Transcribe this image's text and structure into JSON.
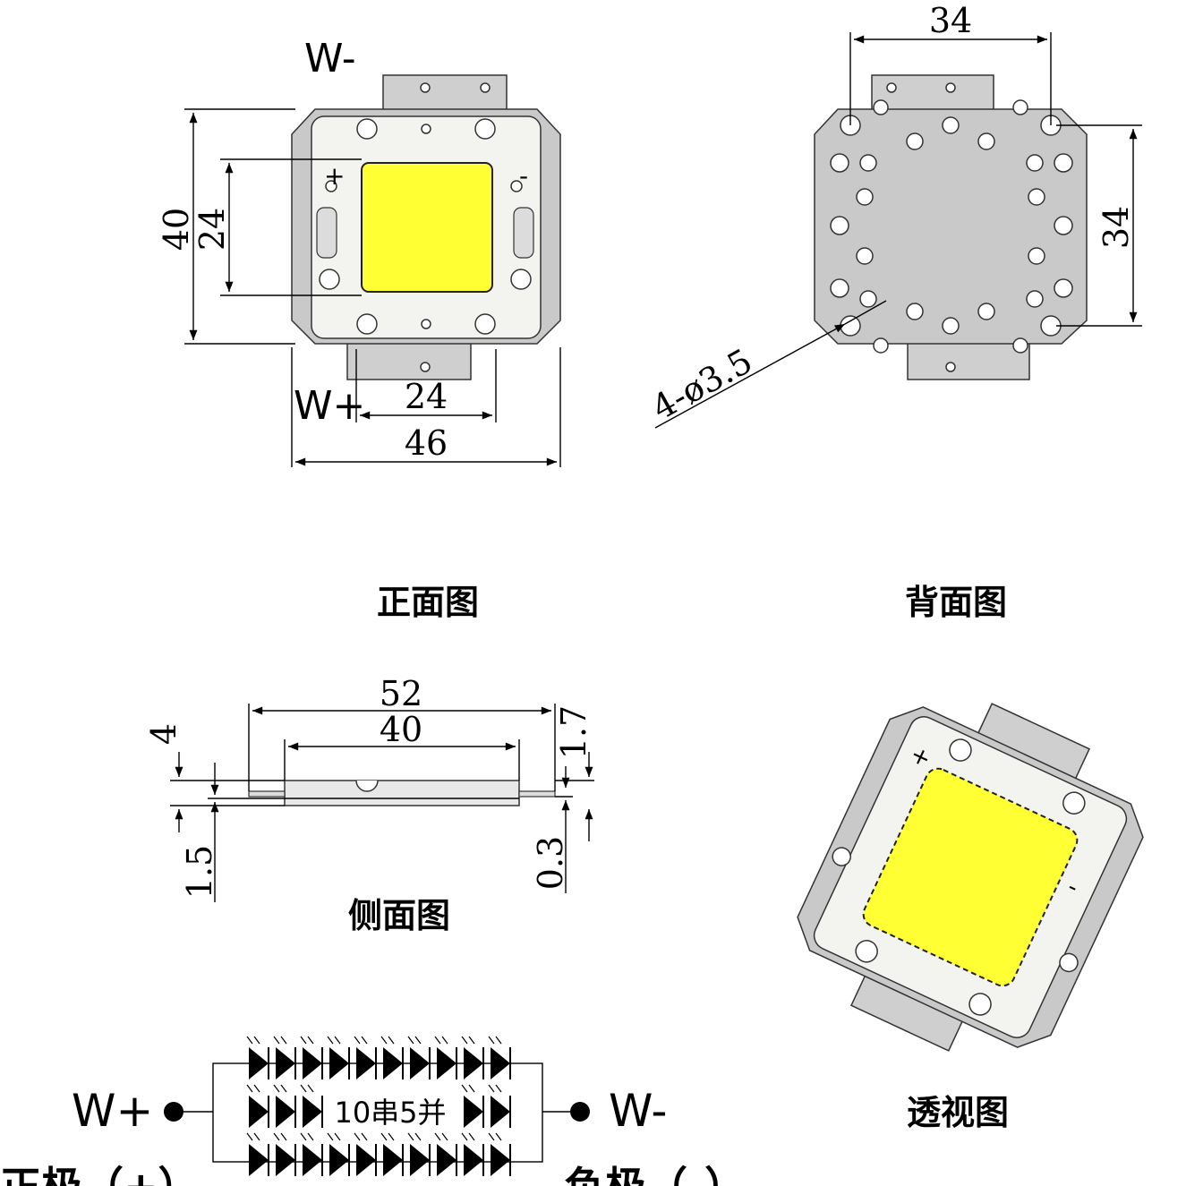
{
  "front_view": {
    "caption": "正面图",
    "pin_top": "W-",
    "pin_bottom": "W+",
    "plus_mark": "+",
    "minus_mark": "-",
    "dim_height_outer": "40",
    "dim_height_inner": "24",
    "dim_width_inner": "24",
    "dim_width_outer": "46"
  },
  "back_view": {
    "caption": "背面图",
    "dim_top": "34",
    "dim_right": "34",
    "dim_holes": "4-ø3.5"
  },
  "side_view": {
    "caption": "侧面图",
    "dim_total_width": "52",
    "dim_body_width": "40",
    "dim_height": "4",
    "dim_lead_right": "1.7",
    "dim_base": "1.5",
    "dim_lead_thickness": "0.3"
  },
  "perspective_view": {
    "caption": "透视图"
  },
  "circuit": {
    "pin_positive": "W+",
    "pin_negative": "W-",
    "config_label": "10串5并",
    "positive_text": "正极（+）",
    "negative_text": "负极（-）"
  },
  "colors": {
    "chip_yellow": "#ffff33",
    "body_gray": "#c9c9c9",
    "frame_white": "#f3f3f0",
    "line": "#000000"
  }
}
